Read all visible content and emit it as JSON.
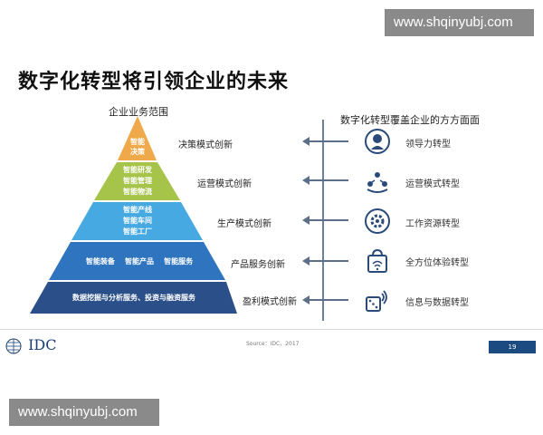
{
  "watermark_top": "www.shqinyubj.com",
  "watermark_bottom": "www.shqinyubj.com",
  "title": "数字化转型将引领企业的未来",
  "pyramid_label": "企业业务范围",
  "right_label": "数字化转型覆盖企业的方方面面",
  "tiers": [
    {
      "lines": [
        "智能",
        "决策"
      ],
      "color": "#f0a94a",
      "innovation": "决策模式创新"
    },
    {
      "lines": [
        "智能研发",
        "智能管理",
        "智能物流"
      ],
      "color": "#a6c34a",
      "innovation": "运营模式创新"
    },
    {
      "lines": [
        "智能产线",
        "智能车间",
        "智能工厂"
      ],
      "color": "#47a9e2",
      "innovation": "生产模式创新"
    },
    {
      "lines": [
        "智能装备",
        "智能产品",
        "智能服务"
      ],
      "color": "#2f74bf",
      "innovation": "产品服务创新"
    },
    {
      "lines": [
        "数据挖掘与分析服务、投资与融资服务"
      ],
      "color": "#2b4f88",
      "innovation": "盈利模式创新"
    }
  ],
  "transformations": [
    {
      "label": "领导力转型",
      "icon": "leadership-icon"
    },
    {
      "label": "运营模式转型",
      "icon": "team-network-icon"
    },
    {
      "label": "工作资源转型",
      "icon": "resource-gear-icon"
    },
    {
      "label": "全方位体验转型",
      "icon": "wifi-bag-icon"
    },
    {
      "label": "信息与数据转型",
      "icon": "dice-signal-icon"
    }
  ],
  "footer": {
    "logo": "IDC",
    "source": "Source：IDC，2017",
    "page": "19"
  },
  "colors": {
    "accent": "#1b4b80",
    "icon_blue": "#2a4a7a",
    "arrow": "#5b6f88"
  }
}
